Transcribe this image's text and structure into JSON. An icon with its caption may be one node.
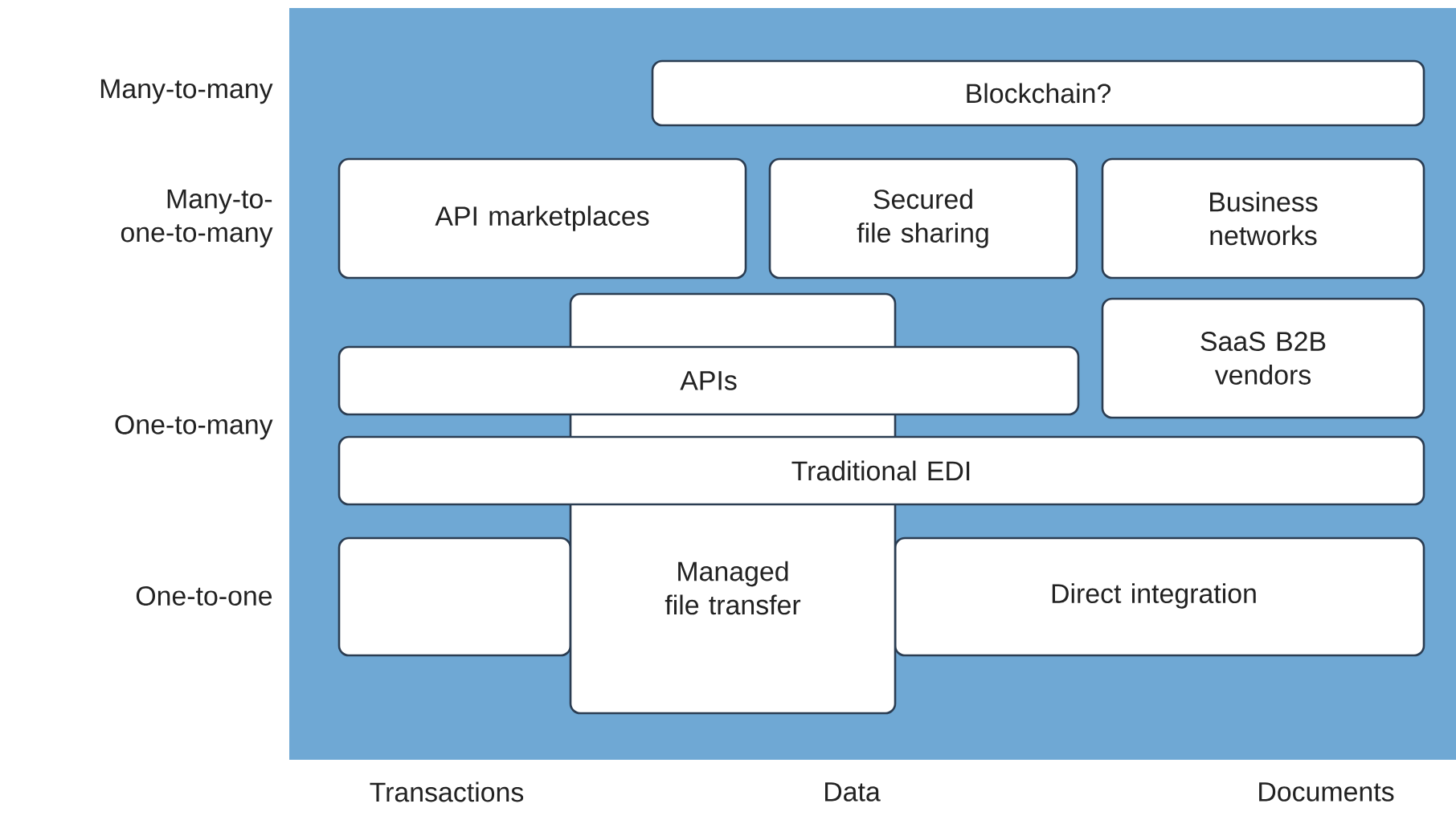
{
  "diagram": {
    "nodes": [
      {
        "text": [
          "Blockchain?"
        ]
      },
      {
        "text": [
          "API marketplaces"
        ]
      },
      {
        "text": [
          "Secured file sharing"
        ]
      },
      {
        "text": [
          "Business networks"
        ]
      },
      {
        "text": [
          "Managed file transfer"
        ]
      },
      {
        "text": [
          "SaaS B2B vendors"
        ]
      },
      {
        "text": [
          "APIs"
        ]
      },
      {
        "text": [
          "Traditional EDI"
        ]
      },
      {
        "text": [],
        "shape": "box"
      },
      {
        "text": [
          "Direct integration"
        ]
      }
    ],
    "labels": [
      "Many-to-many",
      "Many-to-one-to-many",
      "One-to-many",
      "One-to-one",
      "Transactions",
      "Data",
      "Documents"
    ]
  }
}
